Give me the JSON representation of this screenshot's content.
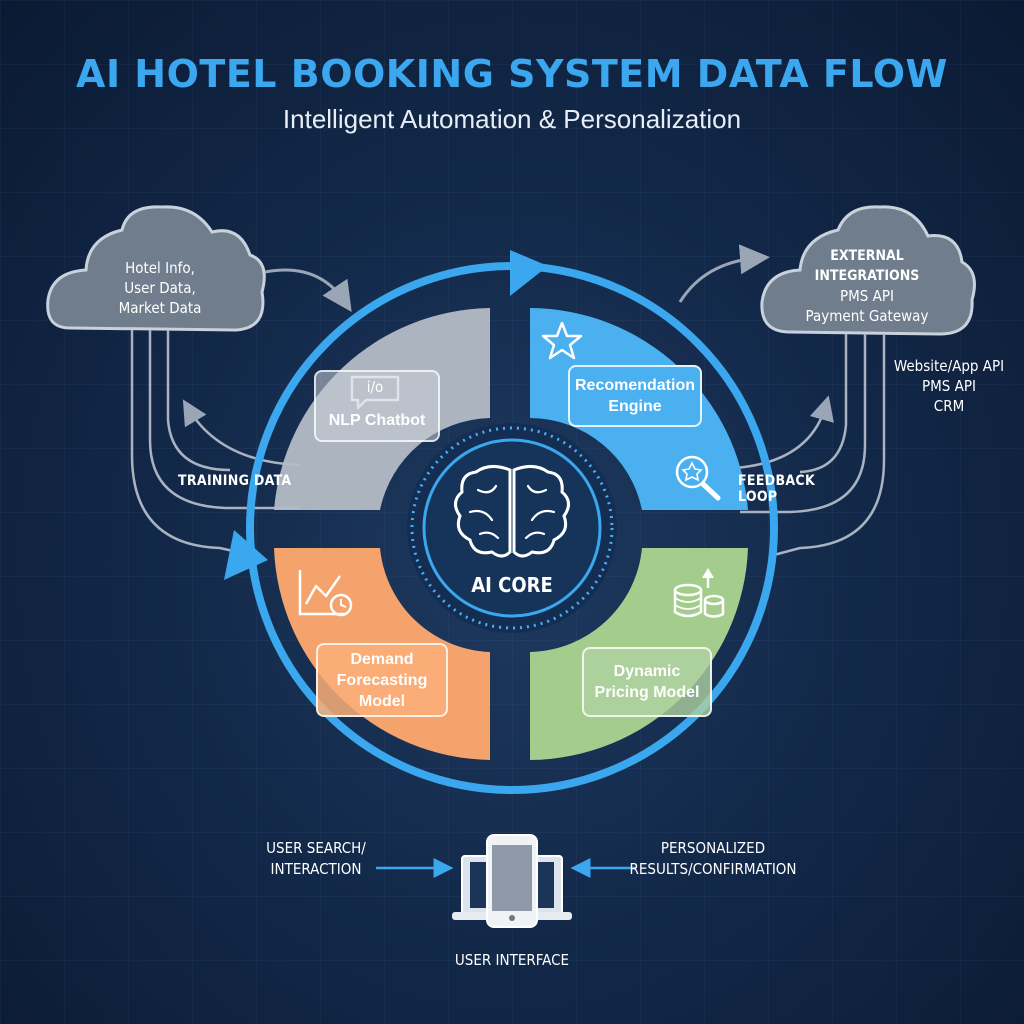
{
  "header": {
    "title": "AI HOTEL BOOKING SYSTEM DATA FLOW",
    "subtitle": "Intelligent Automation & Personalization"
  },
  "left_cloud": {
    "line1": "Hotel Info,",
    "line2": "User Data,",
    "line3": "Market Data"
  },
  "right_cloud": {
    "line1": "EXTERNAL",
    "line2": "INTEGRATIONS",
    "line3": "PMS API",
    "line4": "Payment Gateway"
  },
  "right_list": {
    "line1": "Website/App API",
    "line2": "PMS API",
    "line3": "CRM"
  },
  "training_label": "TRAINING DATA",
  "feedback_label": "FEEDBACK LOOP",
  "modules": {
    "nlp": {
      "label": "NLP Chatbot",
      "icon_text": "i/o"
    },
    "recommendation": {
      "line1": "Recomendation",
      "line2": "Engine"
    },
    "forecast": {
      "line1": "Demand",
      "line2": "Forecasting",
      "line3": "Model"
    },
    "pricing": {
      "line1": "Dynamic",
      "line2": "Pricing Model"
    }
  },
  "core": {
    "label": "AI CORE"
  },
  "bottom": {
    "left_line1": "USER SEARCH/",
    "left_line2": "INTERACTION",
    "right_line1": "PERSONALIZED",
    "right_line2": "RESULTS/CONFIRMATION",
    "ui_label": "USER INTERFACE"
  },
  "colors": {
    "accent": "#3aa7ee",
    "nlp": "#b4bcc6",
    "recommendation": "#4ab0f0",
    "forecast": "#f5a36c",
    "pricing": "#a4cc8c"
  }
}
